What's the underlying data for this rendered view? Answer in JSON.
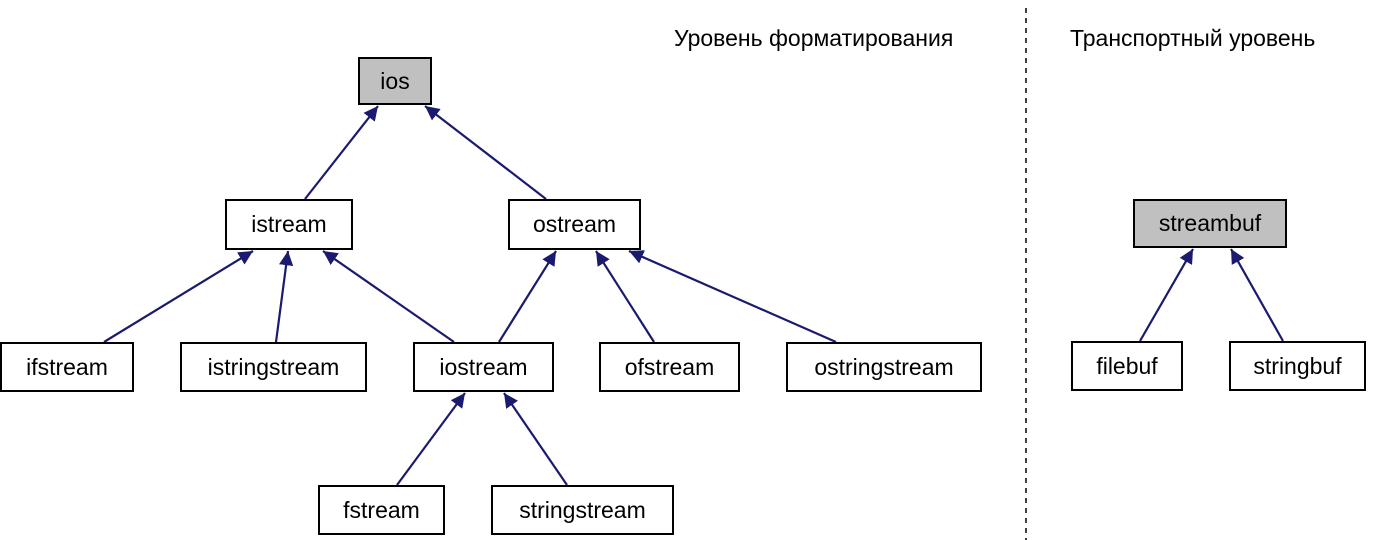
{
  "sections": {
    "format_title": "Уровень форматирования",
    "transport_title": "Транспортный уровень"
  },
  "nodes": {
    "ios": "ios",
    "istream": "istream",
    "ostream": "ostream",
    "ifstream": "ifstream",
    "istringstream": "istringstream",
    "iostream": "iostream",
    "ofstream": "ofstream",
    "ostringstream": "ostringstream",
    "fstream": "fstream",
    "stringstream": "stringstream",
    "streambuf": "streambuf",
    "filebuf": "filebuf",
    "stringbuf": "stringbuf"
  },
  "highlighted_nodes": [
    "ios",
    "streambuf"
  ],
  "edges": [
    {
      "from": "istream",
      "to": "ios"
    },
    {
      "from": "ostream",
      "to": "ios"
    },
    {
      "from": "ifstream",
      "to": "istream"
    },
    {
      "from": "istringstream",
      "to": "istream"
    },
    {
      "from": "iostream",
      "to": "istream"
    },
    {
      "from": "iostream",
      "to": "ostream"
    },
    {
      "from": "ofstream",
      "to": "ostream"
    },
    {
      "from": "ostringstream",
      "to": "ostream"
    },
    {
      "from": "fstream",
      "to": "iostream"
    },
    {
      "from": "stringstream",
      "to": "iostream"
    },
    {
      "from": "filebuf",
      "to": "streambuf"
    },
    {
      "from": "stringbuf",
      "to": "streambuf"
    }
  ],
  "colors": {
    "edge": "#1a1a6e",
    "base_fill": "#c0c0c0",
    "node_fill": "#ffffff",
    "border": "#000000"
  }
}
